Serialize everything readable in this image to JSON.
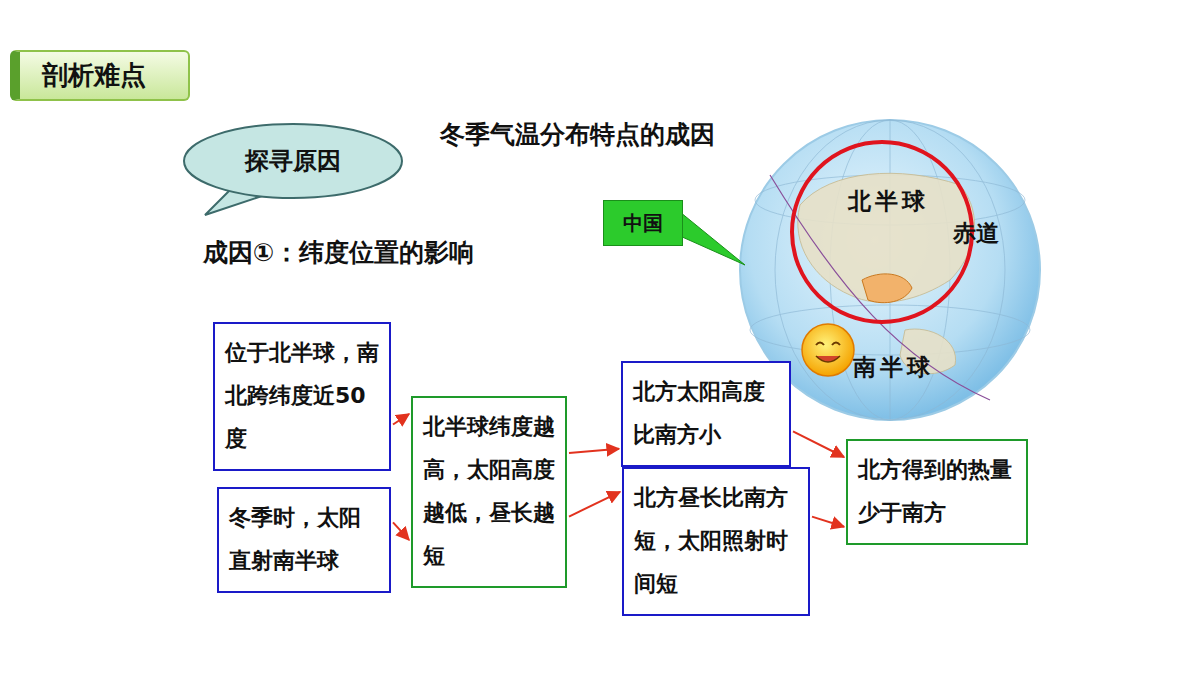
{
  "diagram": {
    "title": "冬季气温分布特点的成因",
    "nodes": [
      {
        "text": [
          "剖析难点"
        ]
      },
      {
        "text": [
          "探寻原因"
        ]
      },
      {
        "text": [
          "中国"
        ]
      },
      {
        "text": [
          "位于北半球，南北跨纬度近50度"
        ]
      },
      {
        "text": [
          "冬季时，太阳直射南半球"
        ]
      },
      {
        "text": [
          "北半球纬度越高，太阳高度越低，昼长越短"
        ]
      },
      {
        "text": [
          "北方太阳高度比南方小"
        ]
      },
      {
        "text": [
          "北方昼长比南方短，太阳照射时间短"
        ]
      },
      {
        "text": [
          "北方得到的热量少于南方"
        ]
      }
    ],
    "edges": [
      {
        "from": 3,
        "to": 5,
        "arrow": "to"
      },
      {
        "from": 4,
        "to": 5,
        "arrow": "to"
      },
      {
        "from": 5,
        "to": 6,
        "arrow": "to"
      },
      {
        "from": 5,
        "to": 7,
        "arrow": "to"
      },
      {
        "from": 6,
        "to": 8,
        "arrow": "to"
      },
      {
        "from": 7,
        "to": 8,
        "arrow": "to"
      }
    ],
    "labels": [
      "成因①：纬度位置的影响",
      "北半球",
      "赤道",
      "南半球"
    ]
  }
}
